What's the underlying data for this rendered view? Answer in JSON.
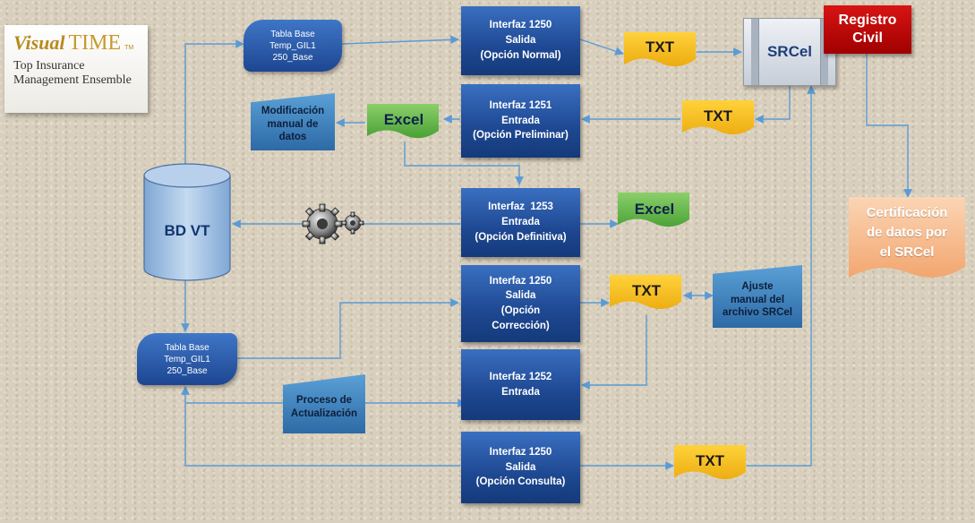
{
  "logo": {
    "brand_a": "Visual",
    "brand_b": "TIME",
    "tm": "TM",
    "line1": "Top Insurance",
    "line2": "Management Ensemble"
  },
  "database": {
    "label": "BD VT"
  },
  "tables": {
    "top": [
      "Tabla Base",
      "Temp_GIL1",
      "250_Base"
    ],
    "bottom": [
      "Tabla Base",
      "Temp_GIL1",
      "250_Base"
    ]
  },
  "interfaces": {
    "i1250_normal": [
      "Interfaz 1250",
      "Salida",
      "(Opción Normal)"
    ],
    "i1251": [
      "Interfaz 1251",
      "Entrada",
      "(Opción Preliminar)"
    ],
    "i1253": [
      "Interfaz  1253",
      "Entrada",
      "(Opción Definitiva)"
    ],
    "i1250_correccion": [
      "Interfaz 1250",
      "Salida",
      "(Opción",
      "Corrección)"
    ],
    "i1252": [
      "Interfaz 1252",
      "Entrada"
    ],
    "i1250_consulta": [
      "Interfaz 1250",
      "Salida",
      "(Opción Consulta)"
    ]
  },
  "docs": {
    "txt": "TXT",
    "excel": "Excel"
  },
  "manual_ops": {
    "modificacion": [
      "Modificación",
      "manual de",
      "datos"
    ],
    "proceso": [
      "Proceso de",
      "Actualización"
    ],
    "ajuste": [
      "Ajuste",
      "manual del",
      "archivo SRCel"
    ]
  },
  "srcel": {
    "label": "SRCel"
  },
  "registro": {
    "line1": "Registro",
    "line2": "Civil"
  },
  "certificacion": [
    "Certificación",
    "de datos por",
    "el SRCel"
  ],
  "colors": {
    "connector": "#5b9bd5",
    "interface_blue": "#1e4892",
    "txt_yellow": "#f2b81c",
    "excel_green": "#5bb043",
    "registro_red": "#c00000",
    "cert_orange": "#f4b183"
  },
  "icons": {
    "gears": "gears-icon"
  }
}
